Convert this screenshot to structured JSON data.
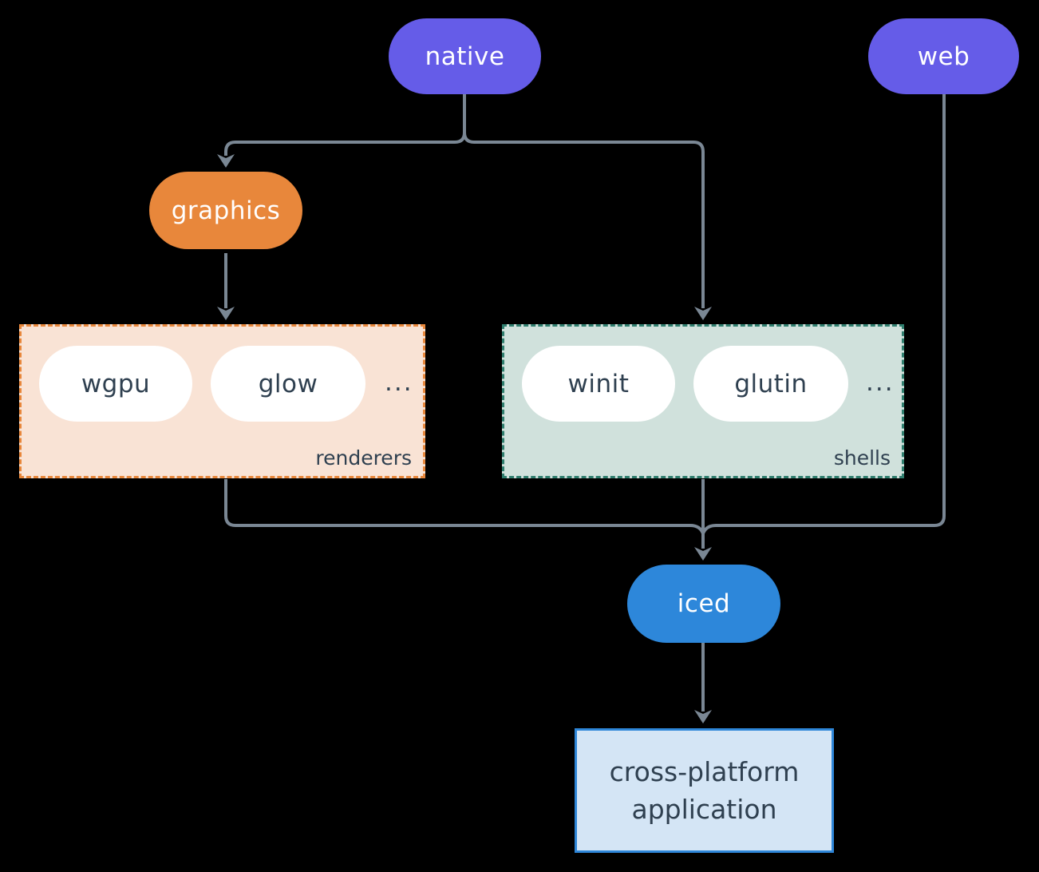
{
  "diagram": {
    "nodes": {
      "native": {
        "label": "native"
      },
      "web": {
        "label": "web"
      },
      "graphics": {
        "label": "graphics"
      },
      "iced": {
        "label": "iced"
      },
      "app": {
        "label_line1": "cross-platform",
        "label_line2": "application"
      }
    },
    "groups": {
      "renderers": {
        "label": "renderers",
        "items": [
          "wgpu",
          "glow"
        ],
        "more": "..."
      },
      "shells": {
        "label": "shells",
        "items": [
          "winit",
          "glutin"
        ],
        "more": "..."
      }
    },
    "colors": {
      "node_purple": "#655ce8",
      "node_orange": "#e8873b",
      "node_blue": "#2d87da",
      "renderers_bg": "#f9e3d5",
      "renderers_border": "#e8873b",
      "shells_bg": "#d0e1dc",
      "shells_border": "#2f7e6e",
      "app_bg": "#d4e5f5",
      "app_border": "#2e86d8",
      "connector": "#7a8794",
      "dark_text": "#2f4050",
      "light_text": "#ffffff",
      "background": "#000000"
    }
  }
}
